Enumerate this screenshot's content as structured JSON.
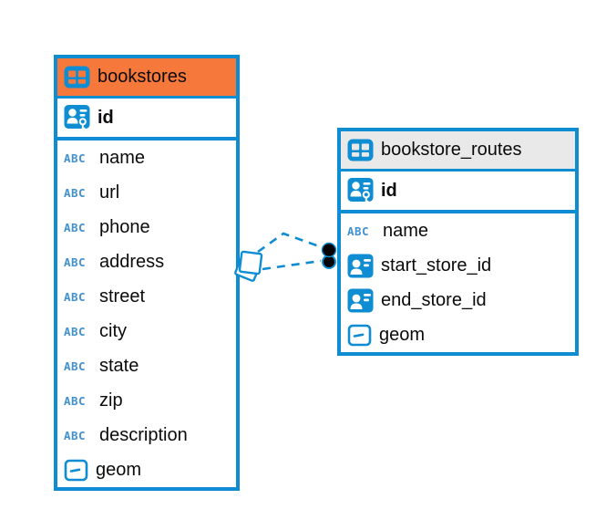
{
  "diagram": {
    "kind": "entity-relationship-diagram",
    "colors": {
      "accent_blue": "#0F8DD3",
      "abc_blue": "#4191CE",
      "orange_header": "#F6793B",
      "gray_header": "#E9E9E9",
      "text": "#0b0b0b",
      "canvas": "#ffffff",
      "dot_black": "#000000"
    },
    "icons": {
      "abc_label": "ABC",
      "table_icon": "table-icon",
      "pk_icon": "person-key-icon",
      "fk_icon": "person-badge-icon",
      "geometry_icon": "geometry-icon"
    },
    "tables": [
      {
        "name": "bookstores",
        "header_style": "orange",
        "pk": {
          "label": "id",
          "kind": "primary-key"
        },
        "columns": [
          {
            "label": "name",
            "kind": "text"
          },
          {
            "label": "url",
            "kind": "text"
          },
          {
            "label": "phone",
            "kind": "text"
          },
          {
            "label": "address",
            "kind": "text"
          },
          {
            "label": "street",
            "kind": "text"
          },
          {
            "label": "city",
            "kind": "text"
          },
          {
            "label": "state",
            "kind": "text"
          },
          {
            "label": "zip",
            "kind": "text"
          },
          {
            "label": "description",
            "kind": "text"
          },
          {
            "label": "geom",
            "kind": "geometry"
          }
        ]
      },
      {
        "name": "bookstore_routes",
        "header_style": "gray",
        "pk": {
          "label": "id",
          "kind": "primary-key"
        },
        "columns": [
          {
            "label": "name",
            "kind": "text"
          },
          {
            "label": "start_store_id",
            "kind": "foreign-key"
          },
          {
            "label": "end_store_id",
            "kind": "foreign-key"
          },
          {
            "label": "geom",
            "kind": "geometry"
          }
        ]
      }
    ],
    "relationship": {
      "from_table": "bookstores",
      "to_table": "bookstore_routes",
      "line_style": "dashed",
      "left_endpoint": "stacked-squares",
      "right_endpoint": "double-black-dot",
      "links": 2
    }
  }
}
